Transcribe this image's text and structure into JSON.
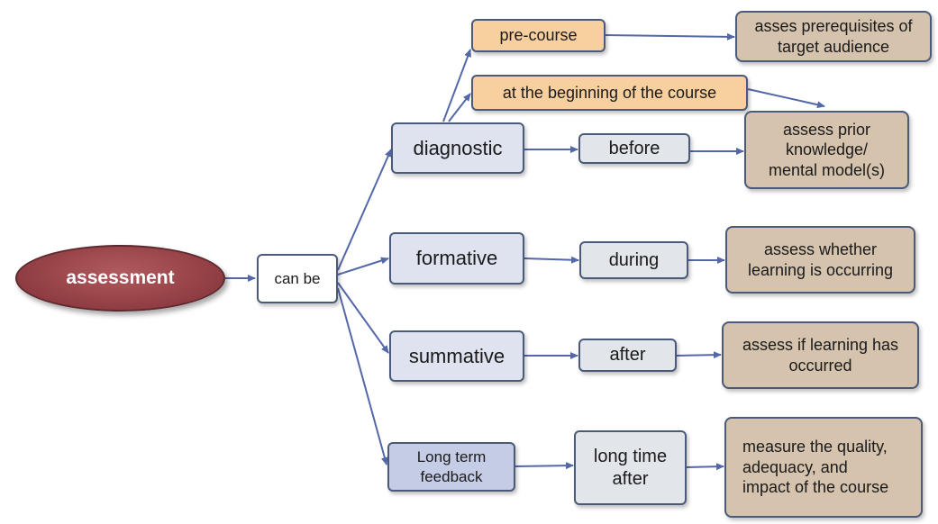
{
  "root": {
    "label": "assessment"
  },
  "link": {
    "label": "can be"
  },
  "types": [
    {
      "label": "diagnostic"
    },
    {
      "label": "formative"
    },
    {
      "label": "summative"
    },
    {
      "label": "Long term\nfeedback"
    }
  ],
  "timing": [
    {
      "label": "before"
    },
    {
      "label": "during"
    },
    {
      "label": "after"
    },
    {
      "label": "long time\nafter"
    }
  ],
  "diagnostic_when": [
    {
      "label": "pre-course"
    },
    {
      "label": "at the beginning of the course"
    }
  ],
  "purposes": [
    {
      "label": "asses prerequisites of\ntarget audience"
    },
    {
      "label": "assess prior\nknowledge/\nmental model(s)"
    },
    {
      "label": "assess whether\nlearning is occurring"
    },
    {
      "label": "assess if learning has\noccurred"
    },
    {
      "label": "measure the quality,\nadequacy, and\nimpact of the course"
    }
  ],
  "colors": {
    "root_fill": "#9a4549",
    "type_fill": "#dfe3ef",
    "when_fill": "#f8cf9f",
    "purpose_fill": "#d5c3ad",
    "edge": "#5468a8"
  }
}
